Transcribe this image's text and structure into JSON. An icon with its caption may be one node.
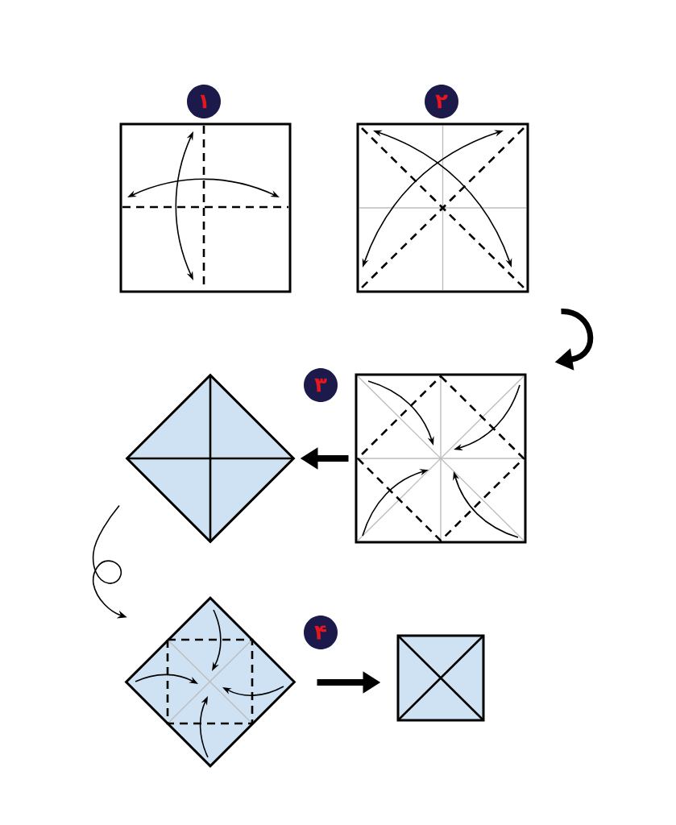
{
  "diagram": {
    "nodes": [
      {
        "text": [
          "۱"
        ]
      },
      {
        "text": [],
        "shape": "box"
      },
      {
        "text": [
          "۲"
        ]
      },
      {
        "text": [],
        "shape": "box"
      },
      {
        "text": [
          "۳"
        ]
      },
      {
        "text": [],
        "shape": "box"
      },
      {
        "text": [],
        "shape": "diamond"
      },
      {
        "text": [
          "۴"
        ]
      },
      {
        "text": [],
        "shape": "diamond"
      },
      {
        "text": [],
        "shape": "box"
      }
    ],
    "edges": [
      {
        "from": 3,
        "to": 5,
        "arrow": "to"
      },
      {
        "from": 5,
        "to": 6,
        "arrow": "to"
      },
      {
        "from": 6,
        "to": 8,
        "arrow": "to"
      },
      {
        "from": 8,
        "to": 9,
        "arrow": "to"
      }
    ]
  }
}
